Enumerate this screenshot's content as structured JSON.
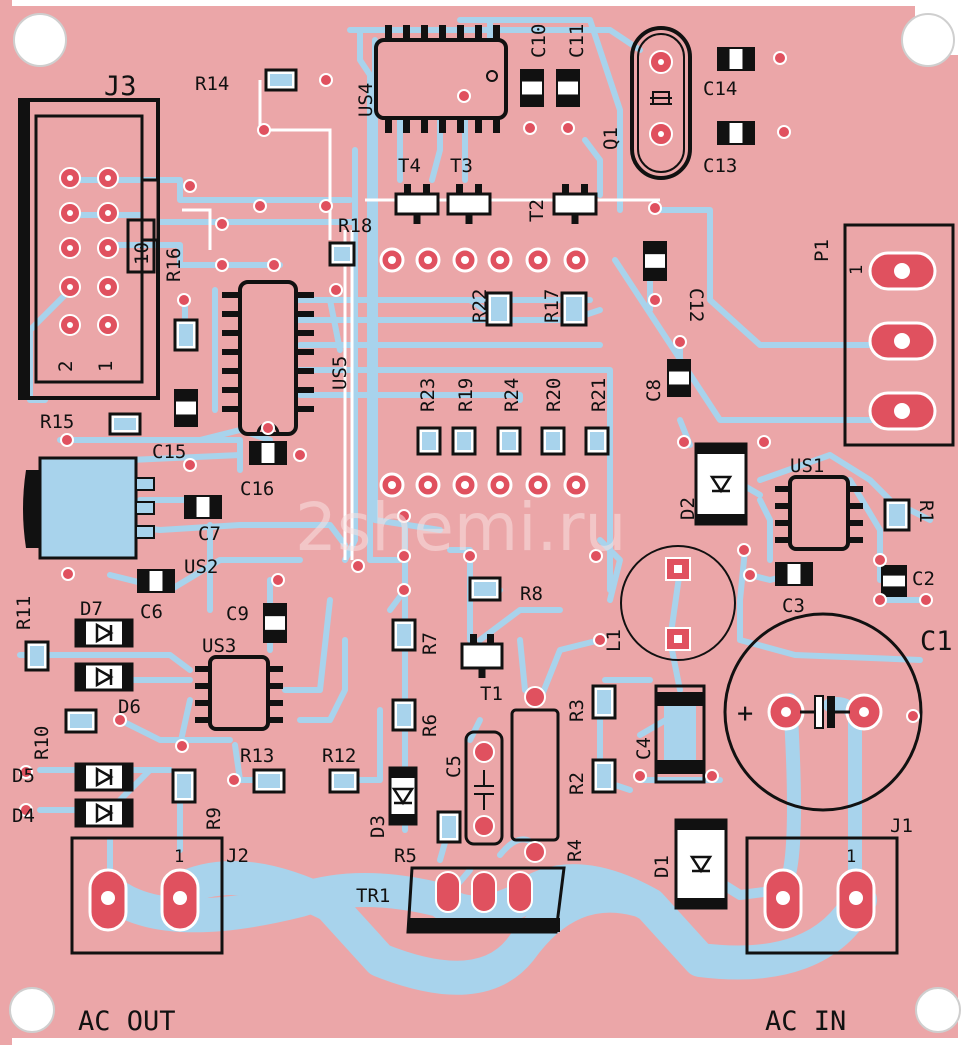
{
  "colors": {
    "board": "#eba6a8",
    "top_trace": "#a8d3ec",
    "pad": "#e0515f",
    "outline": "#111111",
    "silk": "#ffffff"
  },
  "watermark": "2shemi.ru",
  "connectors": {
    "j3": "J3",
    "j2": "J2",
    "j1": "J1",
    "p1": "P1",
    "j3_pin2": "2",
    "j3_pin1": "1",
    "j3_pin10": "10",
    "j2_pin1": "1",
    "j1_pin1": "1",
    "p1_pin1": "1"
  },
  "board_labels": {
    "ac_out": "AC OUT",
    "ac_in": "AC IN",
    "c1": "C1",
    "plus": "+"
  },
  "labels": {
    "r14": "R14",
    "us4": "US4",
    "c10": "C10",
    "c11": "C11",
    "q1": "Q1",
    "c14": "C14",
    "c13": "C13",
    "t4": "T4",
    "t3": "T3",
    "t2": "T2",
    "r18": "R18",
    "r16": "R16",
    "r22": "R22",
    "r17": "R17",
    "c12": "C12",
    "us5": "US5",
    "r23": "R23",
    "r19": "R19",
    "r24": "R24",
    "r20": "R20",
    "r21": "R21",
    "c8": "C8",
    "r15": "R15",
    "c15": "C15",
    "c16": "C16",
    "d2": "D2",
    "us1": "US1",
    "r1": "R1",
    "c7": "C7",
    "us2": "US2",
    "c6": "C6",
    "c2": "C2",
    "c3": "C3",
    "r11": "R11",
    "d7": "D7",
    "c9": "C9",
    "r8": "R8",
    "us3": "US3",
    "r7": "R7",
    "l1": "L1",
    "d6": "D6",
    "t1": "T1",
    "r10": "R10",
    "r6": "R6",
    "r3": "R3",
    "c4": "C4",
    "c5": "C5",
    "r13": "R13",
    "r12": "R12",
    "d5": "D5",
    "r2": "R2",
    "r9": "R9",
    "d4": "D4",
    "d3": "D3",
    "r5": "R5",
    "r4": "R4",
    "d1": "D1",
    "tr1": "TR1"
  }
}
